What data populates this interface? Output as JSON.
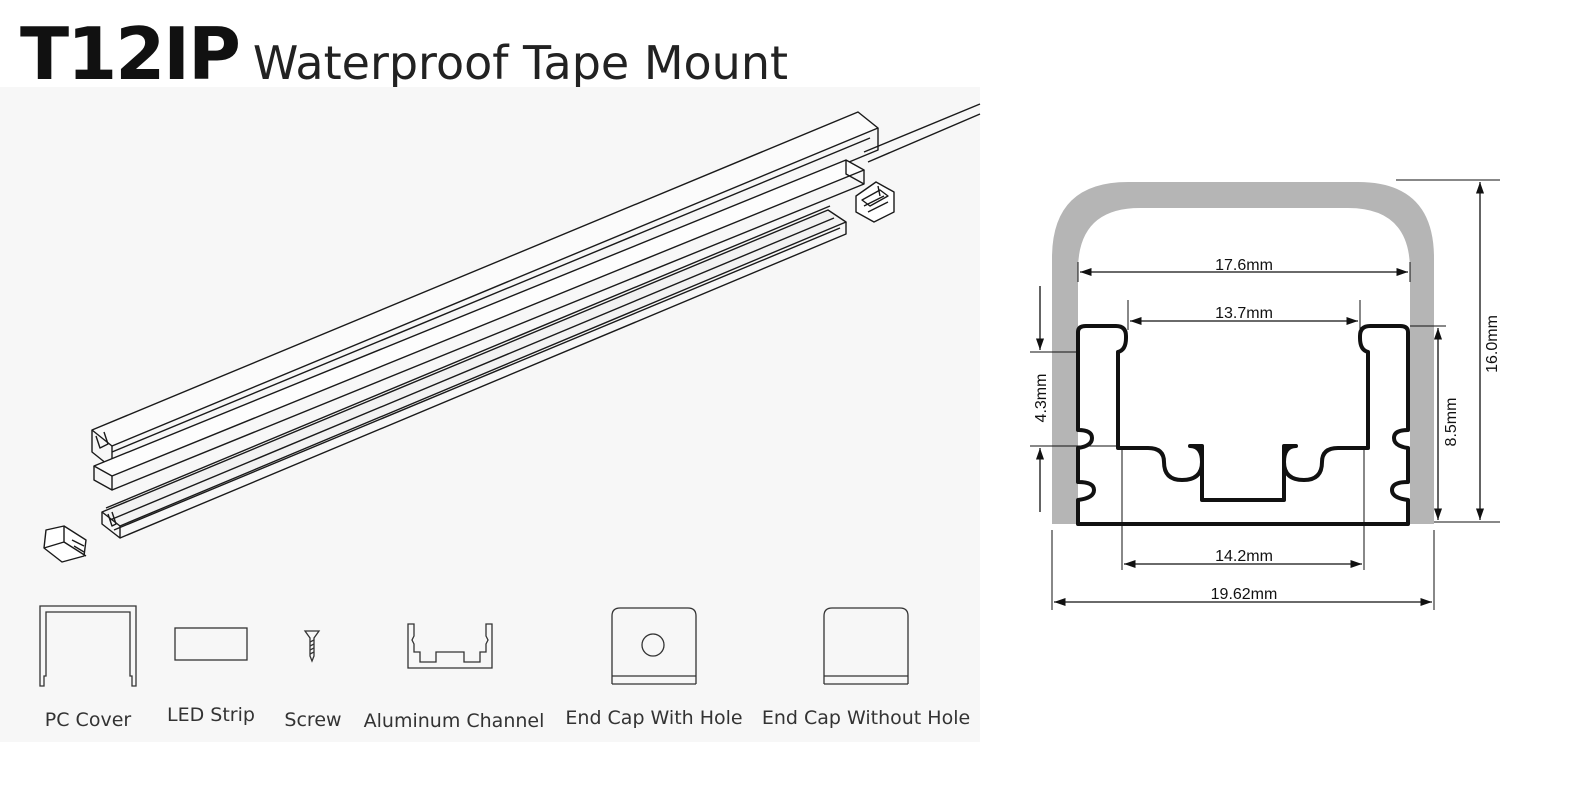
{
  "header": {
    "model": "T12IP",
    "subtitle": "Waterproof Tape Mount"
  },
  "components": [
    {
      "label": "PC Cover"
    },
    {
      "label": "LED Strip"
    },
    {
      "label": "Screw"
    },
    {
      "label": "Aluminum Channel"
    },
    {
      "label": "End Cap With Hole"
    },
    {
      "label": "End Cap Without Hole"
    }
  ],
  "dimensions": {
    "inner_top_width": "17.6mm",
    "channel_inner_width": "13.7mm",
    "base_inner_width": "14.2mm",
    "overall_width": "19.62mm",
    "overall_height": "16.0mm",
    "channel_height": "8.5mm",
    "side_height": "4.3mm"
  },
  "colors": {
    "cover_fill": "#b5b5b5",
    "line": "#1a1a1a",
    "panel_bg": "#f7f7f7"
  }
}
